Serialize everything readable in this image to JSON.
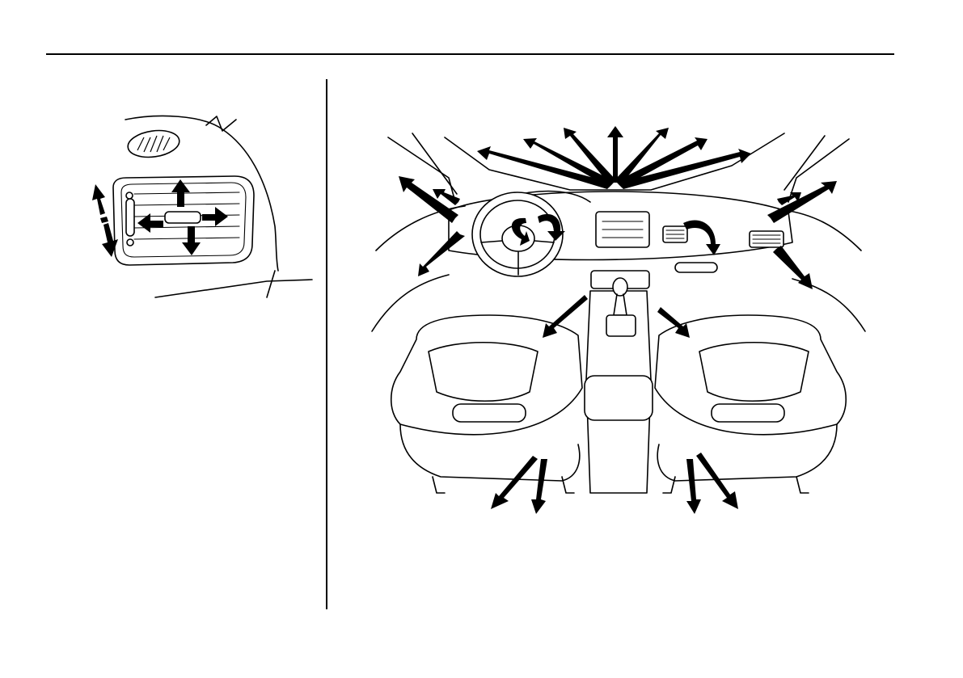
{
  "page": {
    "background": "#ffffff",
    "rule_color": "#000000"
  },
  "figures": [
    {
      "id": "dashboard-vent-closeup",
      "icons": [
        "vent-airflow-up-arrow",
        "vent-airflow-down-arrow",
        "vent-airflow-left-arrow",
        "vent-airflow-right-arrow",
        "vent-thumbwheel-updown-arrow"
      ]
    },
    {
      "id": "cabin-airflow-overview",
      "icons": [
        "windshield-defrost-arrows",
        "side-window-defrost-arrows",
        "dashboard-vent-arrows",
        "floor-vent-arrows",
        "rear-floor-arrows"
      ]
    }
  ]
}
